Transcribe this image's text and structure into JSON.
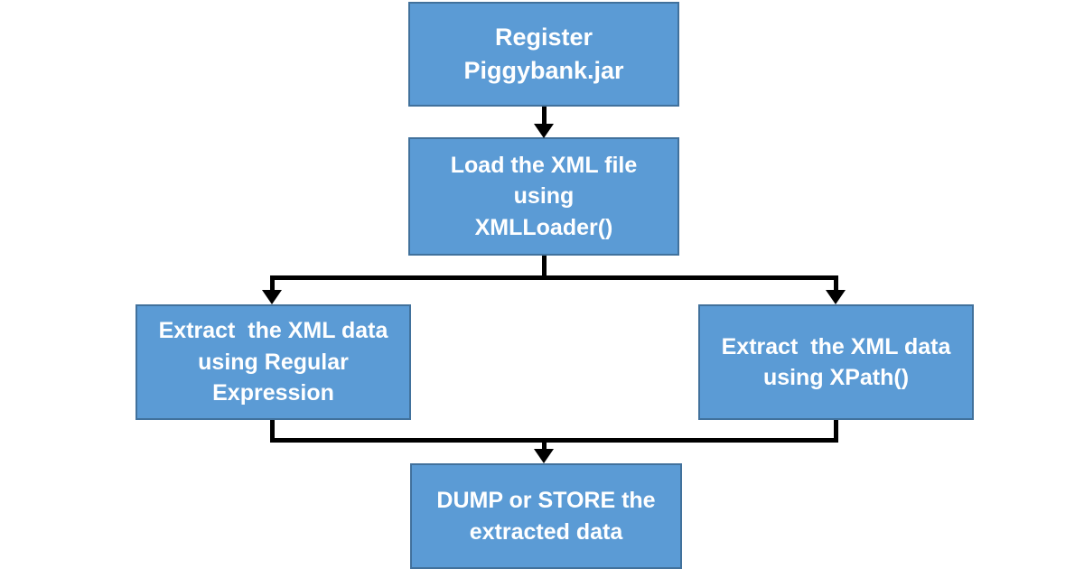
{
  "colors": {
    "page_background": "#ffffff",
    "box_fill": "#5b9bd5",
    "box_border": "#41719c",
    "box_text": "#ffffff",
    "connector": "#000000"
  },
  "diagram": {
    "type": "flowchart",
    "nodes": [
      {
        "id": "register",
        "text": "Register\nPiggybank.jar"
      },
      {
        "id": "load",
        "text": "Load the XML file\nusing\nXMLLoader()"
      },
      {
        "id": "extract_regex",
        "text": "Extract  the XML data\nusing Regular Expression"
      },
      {
        "id": "extract_xpath",
        "text": "Extract  the XML data\nusing XPath()"
      },
      {
        "id": "dump_store",
        "text": "DUMP or STORE the\nextracted data"
      }
    ],
    "edges": [
      {
        "from": "register",
        "to": "load"
      },
      {
        "from": "load",
        "to": "extract_regex"
      },
      {
        "from": "load",
        "to": "extract_xpath"
      },
      {
        "from": "extract_regex",
        "to": "dump_store"
      },
      {
        "from": "extract_xpath",
        "to": "dump_store"
      }
    ]
  }
}
